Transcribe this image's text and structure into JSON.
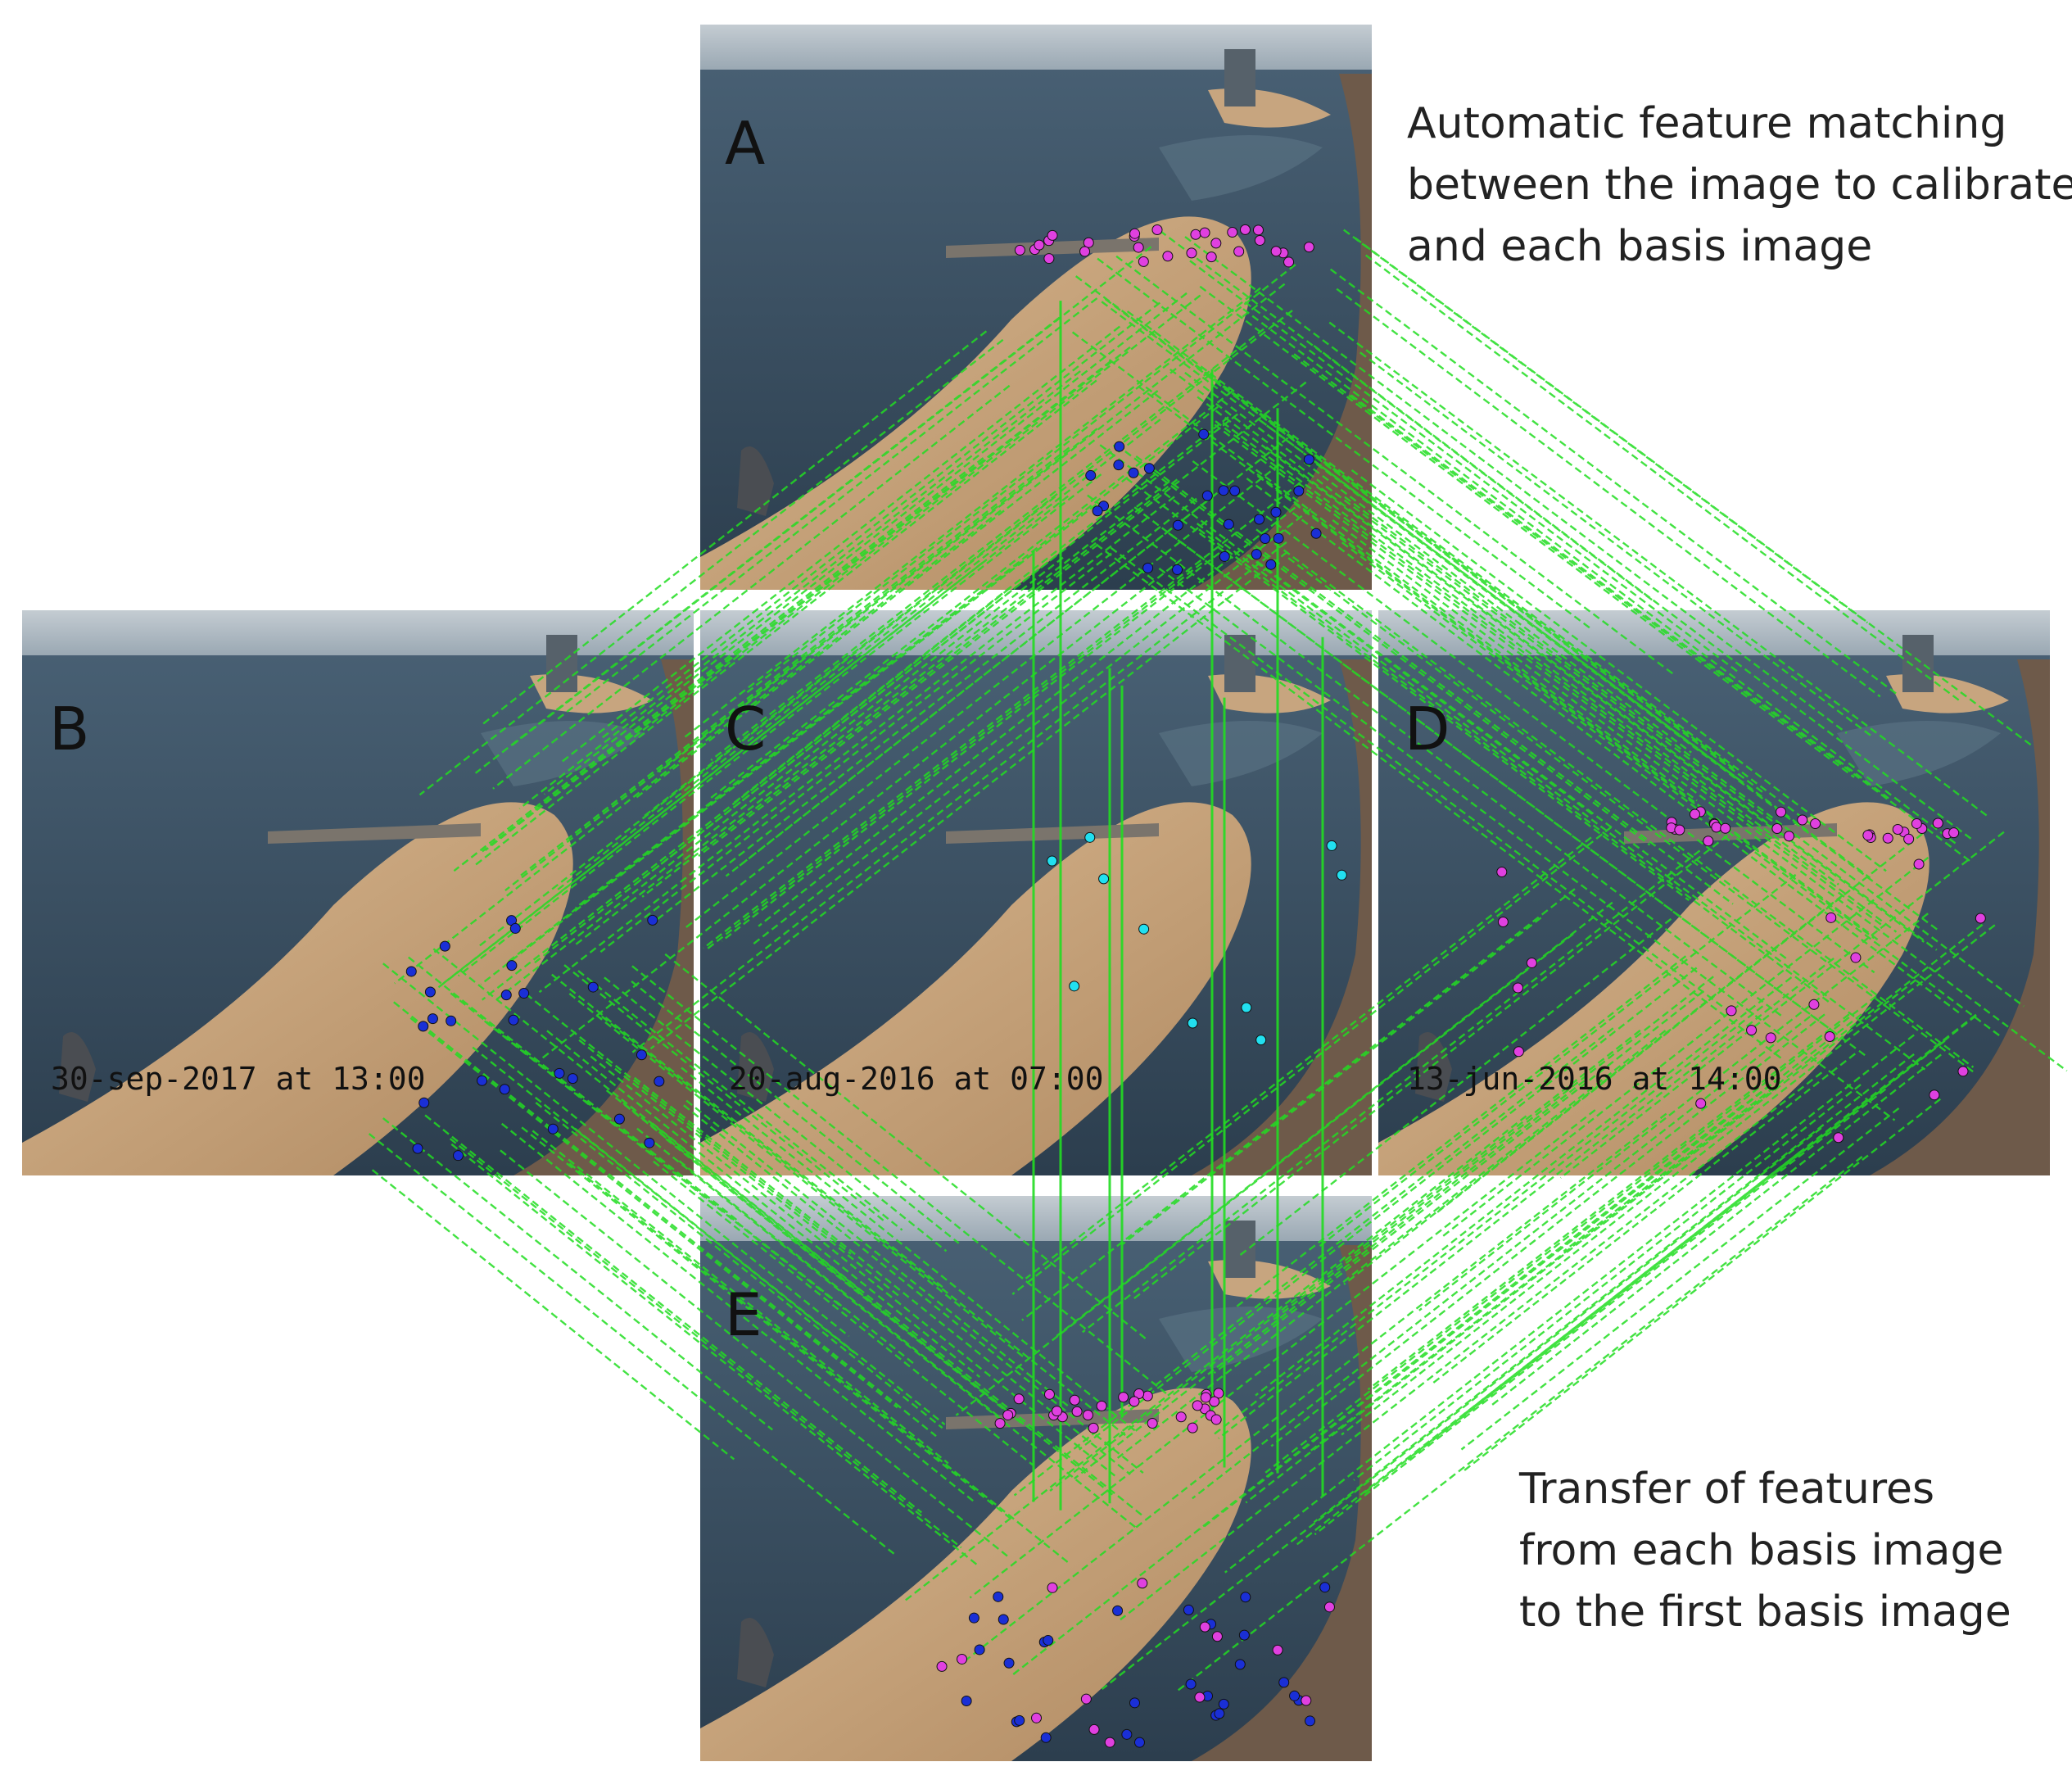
{
  "panels": [
    {
      "id": "A",
      "label": "A",
      "timestamp": ""
    },
    {
      "id": "B",
      "label": "B",
      "timestamp": "30-sep-2017 at 13:00"
    },
    {
      "id": "C",
      "label": "C",
      "timestamp": "20-aug-2016 at 07:00"
    },
    {
      "id": "D",
      "label": "D",
      "timestamp": "13-jun-2016 at 14:00"
    },
    {
      "id": "E",
      "label": "E",
      "timestamp": ""
    }
  ],
  "annotations": {
    "top": [
      "Automatic feature matching",
      "between the image to calibrate",
      "and each basis image"
    ],
    "bottom": [
      "Transfer of features",
      "from each basis image",
      "to the first basis image"
    ]
  },
  "colors": {
    "match_line": "#22dd22",
    "feature_magenta": "#e040e0",
    "feature_blue": "#1a2fd6",
    "feature_cyan": "#22e0f0",
    "sea": "#33475a",
    "sand": "#c9a47a",
    "sky": "#b8c4cc"
  }
}
